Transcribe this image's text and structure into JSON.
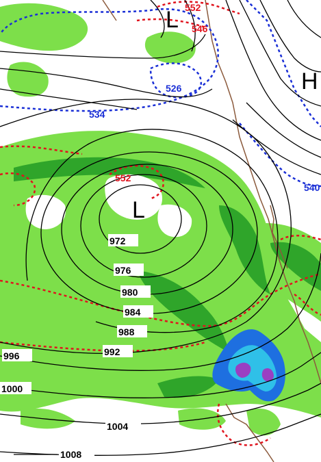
{
  "map": {
    "symbols": {
      "low_north": "L",
      "low_center": "L",
      "high_east": "H"
    },
    "isobar_labels": [
      "972",
      "976",
      "980",
      "984",
      "988",
      "992",
      "996",
      "1000",
      "1004",
      "1008"
    ],
    "thickness_labels": {
      "blue": [
        "526",
        "534",
        "540"
      ],
      "red": [
        "552",
        "546",
        "552"
      ]
    },
    "colors": {
      "isobar": "#000000",
      "thickness_cold": "#1a2fd6",
      "thickness_warm": "#e0141e",
      "coastline": "#8b5a3c",
      "precip_light": "#7ddf4a",
      "precip_moderate": "#2fa52a",
      "precip_heavy": "#1e6fe0",
      "precip_very_heavy": "#2fc0e8",
      "precip_extreme": "#9a3fc2"
    }
  }
}
